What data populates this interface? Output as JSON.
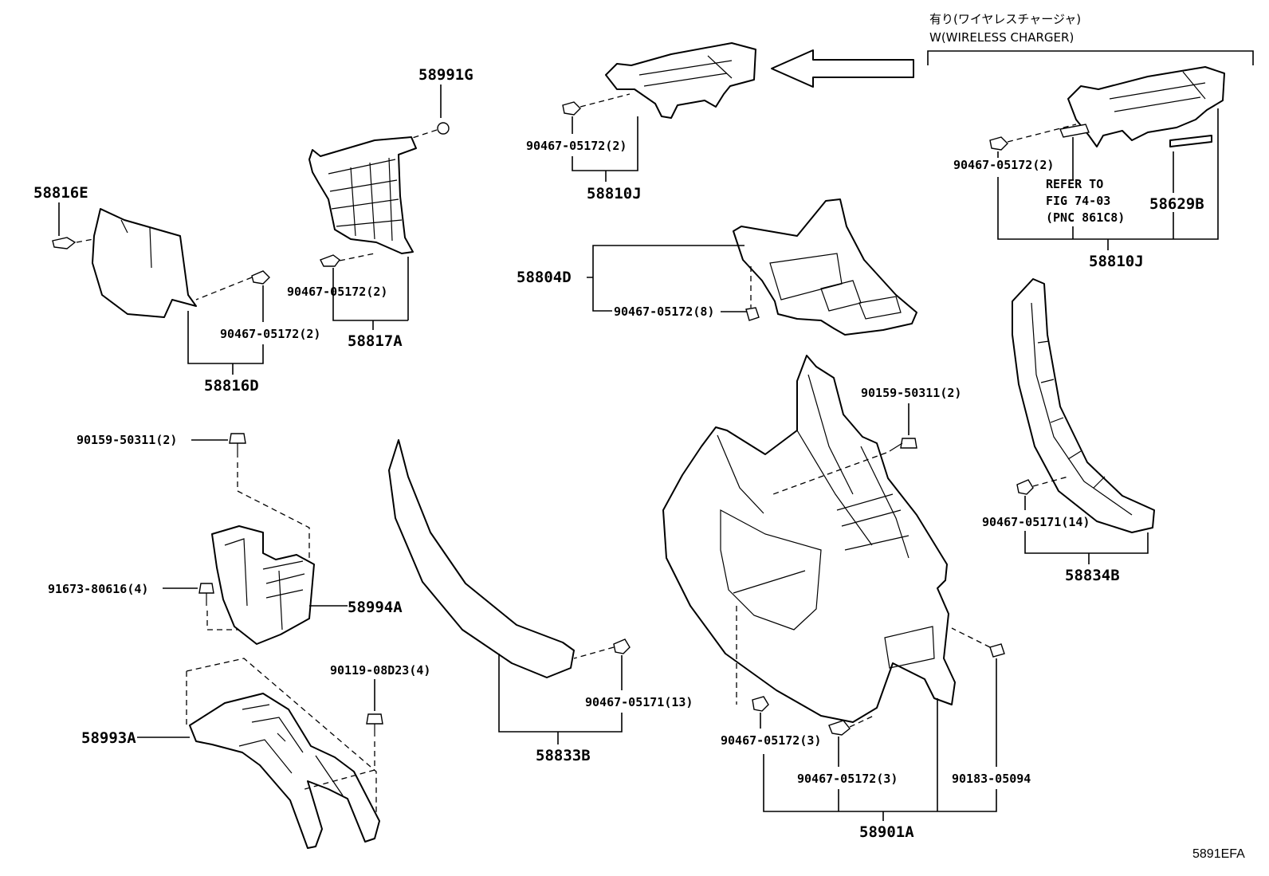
{
  "header": {
    "option_jp": "有り(ワイヤレスチャージャ)",
    "option_en": "W(WIRELESS CHARGER)"
  },
  "callouts": {
    "p58991G": "58991G",
    "p58816E": "58816E",
    "p58816D": "58816D",
    "p58817A": "58817A",
    "clip_58817A": "90467-05172(2)",
    "clip_58816D": "90467-05172(2)",
    "clip_58810J_top": "90467-05172(2)",
    "p58810J_top": "58810J",
    "p58804D": "58804D",
    "clip_58804D": "90467-05172(8)",
    "clip_58810J_right": "90467-05172(2)",
    "refer_line1": "REFER TO",
    "refer_line2": "FIG 74-03",
    "refer_line3": "(PNC 861C8)",
    "p58629B": "58629B",
    "p58810J_right": "58810J",
    "bolt_left": "90159-50311(2)",
    "bolt_right": "90159-50311(2)",
    "bolt_91673": "91673-80616(4)",
    "p58994A": "58994A",
    "bolt_90119": "90119-08D23(4)",
    "p58993A": "58993A",
    "clip_58833B": "90467-05171(13)",
    "p58833B": "58833B",
    "clip_58834B": "90467-05171(14)",
    "p58834B": "58834B",
    "clip_58901A_a": "90467-05172(3)",
    "clip_58901A_b": "90467-05172(3)",
    "clip_58901A_c": "90183-05094",
    "p58901A": "58901A"
  },
  "footer": {
    "code": "5891EFA"
  }
}
